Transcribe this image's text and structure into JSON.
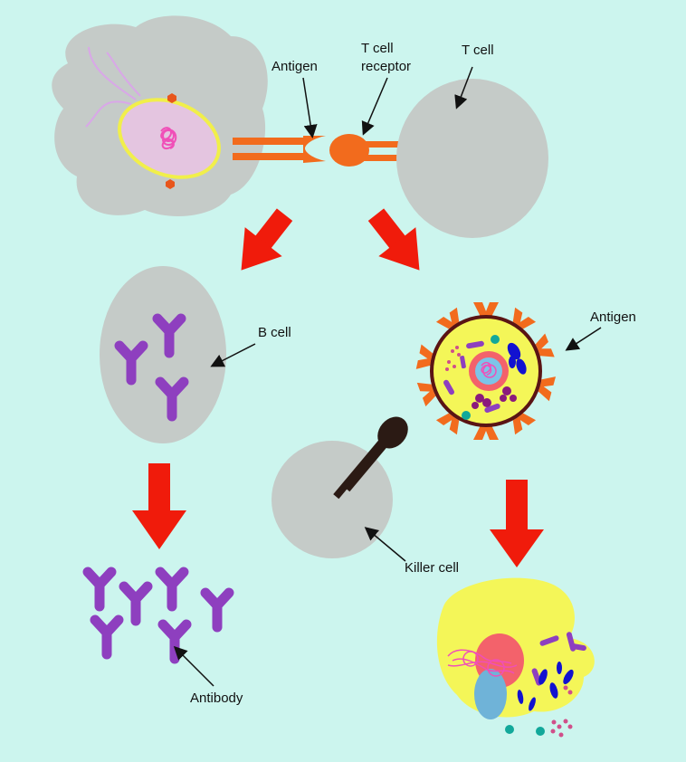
{
  "labels": {
    "antigen_top": "Antigen",
    "tcell_receptor_line1": "T cell",
    "tcell_receptor_line2": "receptor",
    "tcell": "T cell",
    "bcell": "B cell",
    "antigen_right": "Antigen",
    "killer_cell": "Killer cell",
    "antibody": "Antibody"
  },
  "colors": {
    "background": "#ccf5ee",
    "cell_gray": "#c5cbc8",
    "receptor_orange": "#f26b1d",
    "arrow_red": "#f01b0b",
    "antibody_purple": "#8e3fbf",
    "infected_yellow": "#f4f658",
    "killer_receptor": "#2b1a14"
  }
}
